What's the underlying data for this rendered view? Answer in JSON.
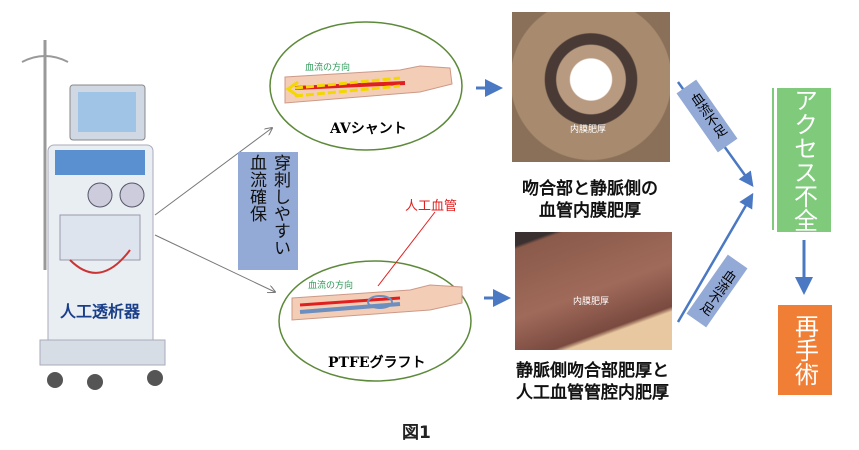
{
  "machine": {
    "label": "人工透析器"
  },
  "puncture_box": {
    "text": "穿刺しやすい血流確保",
    "color": "#93a9d6"
  },
  "av_shunt": {
    "flow_label": "血流の方向",
    "title": "AVシャント"
  },
  "ptfe_graft": {
    "flow_label": "血流の方向",
    "title": "PTFEグラフト",
    "artificial_vessel_label": "人工血管"
  },
  "photo_top": {
    "overlay": "内膜肥厚",
    "caption_line1": "吻合部と静脈側の",
    "caption_line2": "血管内膜肥厚"
  },
  "photo_bottom": {
    "overlay": "内膜肥厚",
    "caption_line1": "静脈側吻合部肥厚と",
    "caption_line2": "人工血管管腔内肥厚"
  },
  "insufficient_flow_top": "血流不足",
  "insufficient_flow_bottom": "血流不足",
  "access_failure": {
    "text": "アクセス不全",
    "color": "#7fca7b"
  },
  "reoperation": {
    "text": "再手術",
    "color": "#f07f35"
  },
  "figure_label": "図1",
  "colors": {
    "arrow": "#4a78c2",
    "red": "#e02020"
  }
}
